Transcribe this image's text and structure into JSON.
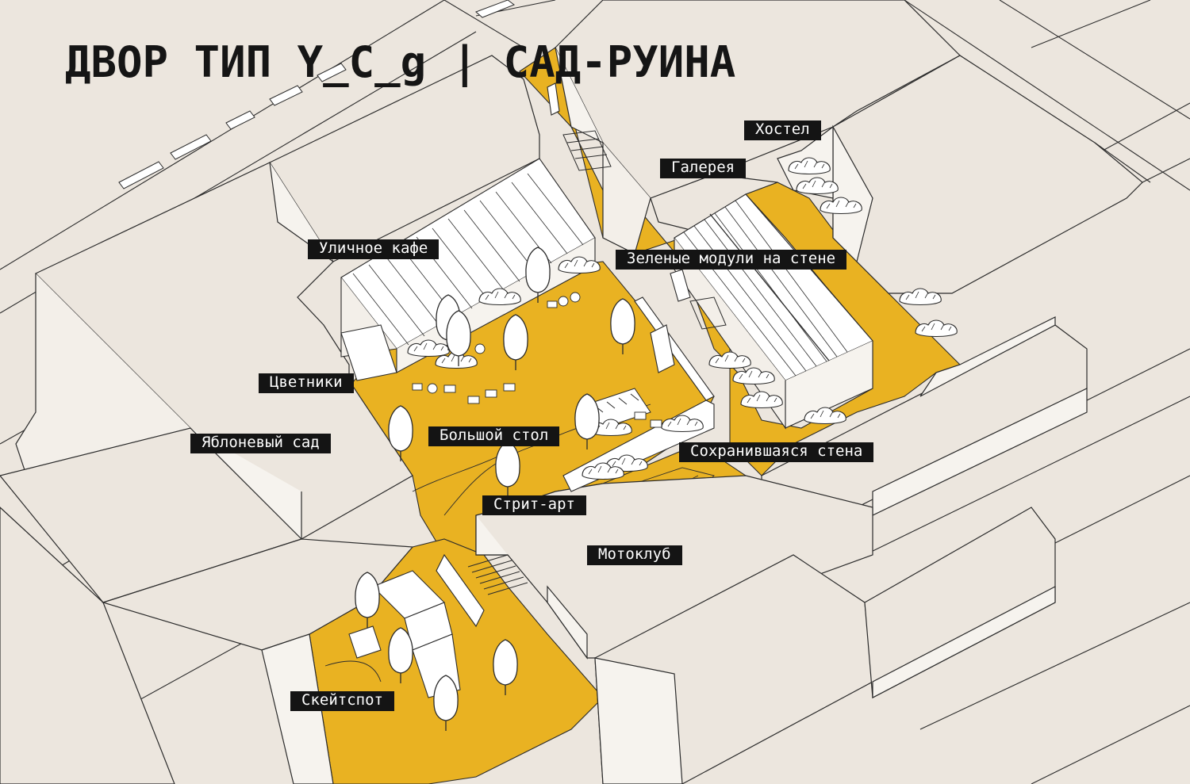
{
  "title": "ДВОР ТИП Y_C_g | САД-РУИНА",
  "colors": {
    "background": "#ece6de",
    "building_fill": "#ece6de",
    "building_wall": "#f6f3ee",
    "line": "#2b2b2b",
    "courtyard": "#e9b222",
    "label_bg": "#141414",
    "label_text": "#ffffff"
  },
  "labels": {
    "hostel": "Хостел",
    "gallery": "Галерея",
    "street_cafe": "Уличное кафе",
    "green_modules": "Зеленые модули на стене",
    "flowerbeds": "Цветники",
    "apple_garden": "Яблоневый сад",
    "big_table": "Большой стол",
    "preserved_wall": "Сохранившаяся стена",
    "street_art": "Стрит-арт",
    "moto_club": "Мотоклуб",
    "skatespot": "Скейтспот"
  },
  "icons": [
    "tree-icon",
    "shrub-icon",
    "bench-icon",
    "stairs-icon",
    "table-icon"
  ]
}
